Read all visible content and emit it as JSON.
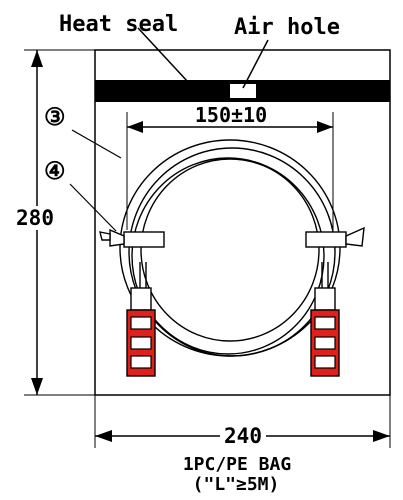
{
  "labels": {
    "heat_seal": "Heat seal",
    "air_hole": "Air hole",
    "inner_width": "150±10",
    "bag_height": "280",
    "bag_width": "240",
    "marker_3": "③",
    "marker_4": "④",
    "caption_line1": "1PC/PE BAG",
    "caption_line2": "(\"L\"≥5M)"
  },
  "colors": {
    "line": "#000000",
    "plug": "#e0201b",
    "background": "#ffffff"
  }
}
